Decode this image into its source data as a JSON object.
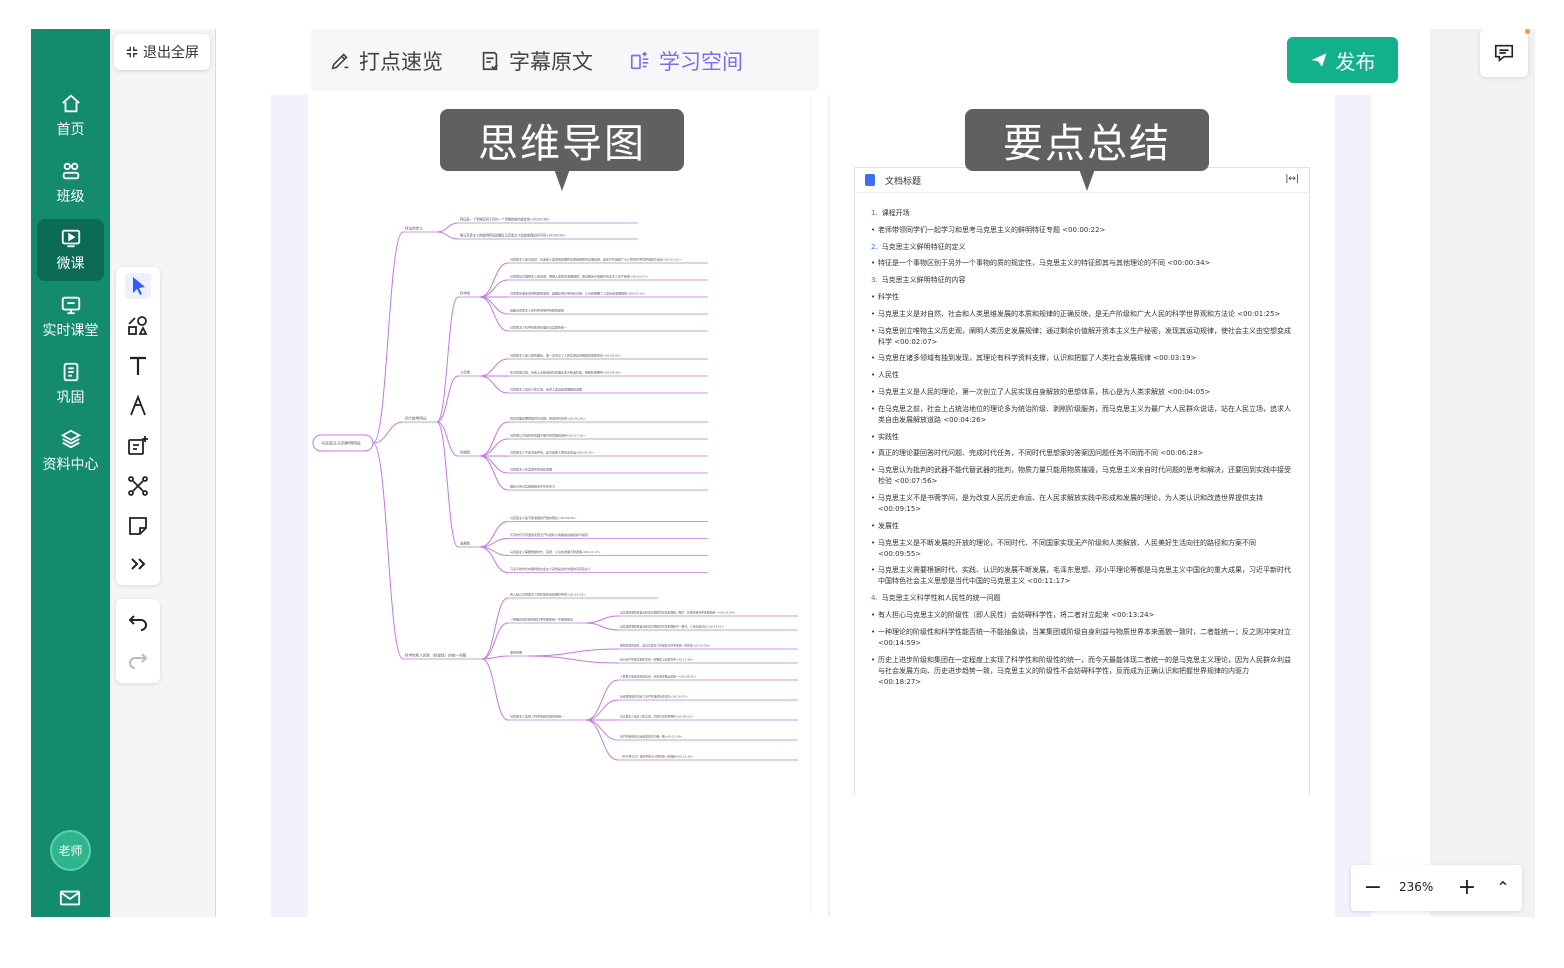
{
  "nav": {
    "items": [
      {
        "label": "首页",
        "icon": "home-icon"
      },
      {
        "label": "班级",
        "icon": "class-group-icon"
      },
      {
        "label": "微课",
        "icon": "micro-course-icon",
        "active": true
      },
      {
        "label": "实时课堂",
        "icon": "live-classroom-icon"
      },
      {
        "label": "巩固",
        "icon": "review-list-icon"
      },
      {
        "label": "资料中心",
        "icon": "layers-icon"
      }
    ],
    "avatar": "老师"
  },
  "toolbar": {
    "exit_label": "退出全屏"
  },
  "tabs": [
    {
      "label": "打点速览",
      "icon": "pen-mark-icon"
    },
    {
      "label": "字幕原文",
      "icon": "subtitle-doc-icon"
    },
    {
      "label": "学习空间",
      "icon": "learning-space-icon",
      "active": true
    }
  ],
  "publish_label": "发布",
  "callouts": {
    "left": "思维导图",
    "right": "要点总结"
  },
  "mindmap": {
    "root": "马克思主义的鲜明特征",
    "branches": [
      {
        "label": "特征的定义",
        "children": [
          "特征是一个事物区别于另外一个事物的质的规定性<00:00:36>",
          "唯马克思主义的鲜明特征就要区马克思主义和其他理论的不同<00:00:42>"
        ]
      },
      {
        "label": "四个鲜明特征",
        "children": [
          {
            "label": "科学性",
            "children": [
              "马克思主义是对自然、社会和人类思维发展的本质和规律的正确反映，是无产阶级和广大人民的科学世界观和方法论<00:01:25>",
              "马克思创立唯物主义历史观，阐明人类历史发展规律；通过剩余价值解开资本主义生产秘密<00:02:07>",
              "马克思在诸多领域有独到发现，其理论有科学资料支撑，认识和把握了人类社会发展规律<00:03:19>",
              "经典马克思主义在科学领域中有独到发现",
              "马克思主义科学性体现在理论与实践的统一"
            ]
          },
          {
            "label": "人民性",
            "children": [
              "马克思主义是人民的理论，第一次创立了人民实现自身解放的思想体系<00:04:05>",
              "在马克思之前，社会上占统治地位的理论多为统治阶级、剥削阶级服务<00:04:26>",
              "马克思主义站在人民立场，追求人类自由发展解放道路"
            ]
          },
          {
            "label": "实践性",
            "children": [
              "真正的理论要回答时代问题、完成时代任务<00:06:28>",
              "马克思认为批判的武器不能代替武器的批判<00:07:56>",
              "马克思主义不是书斋学问，是为改变人民历史命运<00:09:15>",
              "马克思主义在实践中形成和发展",
              "理论只有与实践相结合才有生命力"
            ]
          },
          {
            "label": "发展性",
            "children": [
              "马克思主义是不断发展的开放的理论<00:09:55>",
              "不同时代不同国家实现无产阶级和人类解放的路径各不相同",
              "马克思主义需要根据时代、实践、认识的发展不断发展<00:11:17>",
              "习近平新时代中国特色社会主义思想是当代中国的马克思主义"
            ]
          }
        ]
      },
      {
        "label": "科学性和人民性（阶级性）的统一问题",
        "children": [
          "有人担心马克思主义的阶级性会妨碍科学性<00:13:24>",
          {
            "label": "一种理论的阶级性和科学性能否统一不能抽象谈",
            "children": [
              "当某集团或阶级自身利益与物质世界本来面貌一致时，阶级性和科学性能够统一<00:13:24>",
              "当某集团或阶级自身利益与物质世界本来面貌不一致时，二者就会对立<00:14:21>"
            ]
          },
          {
            "label": "事例说明",
            "children": [
              "唯物史观的诞生，是马克思主义阶级性与科学性统一的体现<00:14:59>",
              "新兴资产阶级早期也曾在一定程度上追求科学<00:17:38>"
            ]
          },
          {
            "label": "马克思主义实现了科学性和阶级性的统一",
            "children": [
              "人民群众是历史的创造者，历史进步推动着统一<00:18:02>",
              "社会发展规律决定了无产阶级的历史使命<00:19:37>",
              "马克思主义站在人民立场，同时符合科学规律<00:20:52>",
              "无产阶级利益与社会发展方向相一致<00:21:09>",
              "《共产党宣言》是科学性与人民性统一的典范<00:21:30>"
            ]
          }
        ]
      }
    ]
  },
  "summary": {
    "doc_title": "文档标题",
    "expand_icon": "expand-width-icon",
    "lines": [
      {
        "type": "section",
        "num": "1.",
        "text": "课程开场"
      },
      {
        "type": "bullet",
        "text": "老师带领同学们一起学习和思考马克思主义的鲜明特征专题 <00:00:22>"
      },
      {
        "type": "section",
        "num": "2.",
        "text": "马克思主义鲜明特征的定义"
      },
      {
        "type": "bullet",
        "text": "特征是一个事物区别于另外一个事物的质的规定性，马克思主义的特征即其与其他理论的不同 <00:00:34>"
      },
      {
        "type": "section",
        "num": "3.",
        "text": "马克思主义鲜明特征的内容"
      },
      {
        "type": "bullet",
        "text": "科学性"
      },
      {
        "type": "bullet",
        "text": "马克思主义是对自然、社会和人类思维发展的本质和规律的正确反映，是无产阶级和广大人民的科学世界观和方法论 <00:01:25>"
      },
      {
        "type": "bullet",
        "text": "马克思创立唯物主义历史观，阐明人类历史发展规律；通过剩余价值解开资本主义生产秘密，发现其运动规律，使社会主义由空想变成科学 <00:02:07>"
      },
      {
        "type": "bullet",
        "text": "马克思在诸多领域有独到发现，其理论有科学资料支撑，认识和把握了人类社会发展规律 <00:03:19>"
      },
      {
        "type": "bullet",
        "text": "人民性"
      },
      {
        "type": "bullet",
        "text": "马克思主义是人民的理论，第一次创立了人民实现自身解放的思想体系，核心是为人类求解放 <00:04:05>"
      },
      {
        "type": "bullet",
        "text": "在马克思之前，社会上占统治地位的理论多为统治阶级、剥削阶级服务，而马克思主义为最广大人民群众说话，站在人民立场，追求人类自由发展解放道路 <00:04:26>"
      },
      {
        "type": "bullet",
        "text": "实践性"
      },
      {
        "type": "bullet",
        "text": "真正的理论要回答时代问题、完成时代任务，不同时代思想家的答案因问题任务不同而不同 <00:06:28>"
      },
      {
        "type": "bullet",
        "text": "马克思认为批判的武器不能代替武器的批判，物质力量只能用物质摧毁，马克思主义来自时代问题的思考和解决，还要回到实践中接受检验 <00:07:56>"
      },
      {
        "type": "bullet",
        "text": "马克思主义不是书斋学问，是为改变人民历史命运、在人民求解放实践中形成和发展的理论，为人类认识和改造世界提供支持 <00:09:15>"
      },
      {
        "type": "bullet",
        "text": "发展性"
      },
      {
        "type": "bullet",
        "text": "马克思主义是不断发展的开放的理论，不同时代、不同国家实现无产阶级和人类解放、人民美好生活向往的路径和方案不同 <00:09:55>"
      },
      {
        "type": "bullet",
        "text": "马克思主义需要根据时代、实践、认识的发展不断发展，毛泽东思想、邓小平理论等都是马克思主义中国化的重大成果，习近平新时代中国特色社会主义思想是当代中国的马克思主义 <00:11:17>"
      },
      {
        "type": "section",
        "num": "4.",
        "text": "马克思主义科学性和人民性的统一问题"
      },
      {
        "type": "bullet",
        "text": "有人担心马克思主义的阶级性（即人民性）会妨碍科学性，将二者对立起来 <00:13:24>"
      },
      {
        "type": "bullet",
        "text": "一种理论的阶级性和科学性能否统一不能抽象谈，当某集团或阶级自身利益与物质世界本来面貌一致时，二者能统一；反之则冲突对立 <00:14:59>"
      },
      {
        "type": "bullet",
        "text": "历史上进步阶级和集团在一定程度上实现了科学性和阶级性的统一，而今天最能体现二者统一的是马克思主义理论，因为人民群众利益与社会发展方向、历史进步趋势一致，马克思主义的阶级性不会妨碍科学性，反而成为正确认识和把握世界规律的内驱力 <00:18:27>"
      }
    ]
  },
  "zoom": {
    "minus": "−",
    "value": "236%",
    "plus": "+",
    "collapse": "⌃"
  }
}
